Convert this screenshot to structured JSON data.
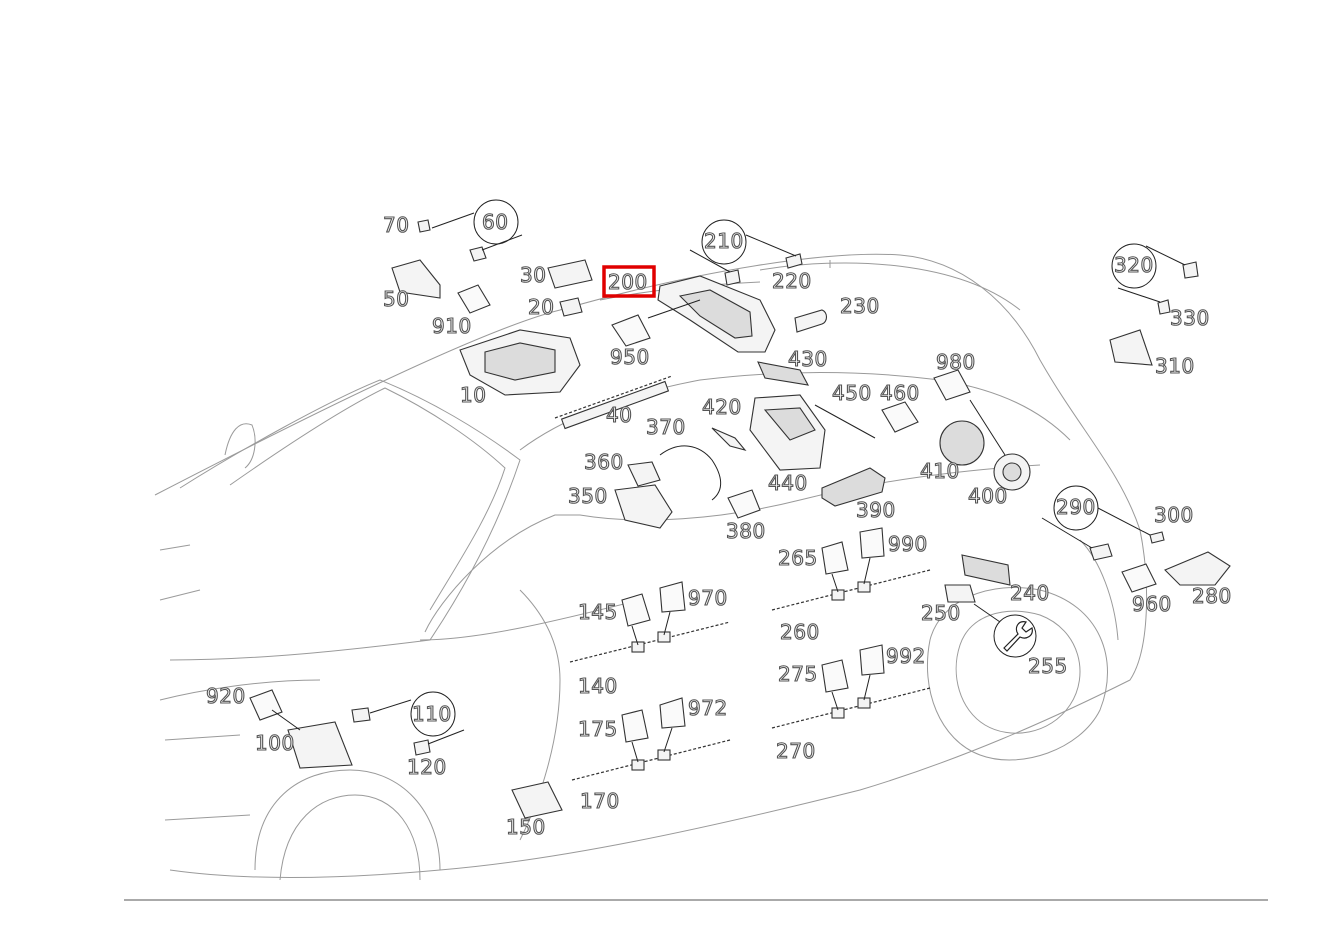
{
  "diagram": {
    "highlighted_part": "200",
    "highlight_color": "#e00000",
    "labels": {
      "p10": "10",
      "p20": "20",
      "p30": "30",
      "p40": "40",
      "p50": "50",
      "p60": "60",
      "p70": "70",
      "p100": "100",
      "p110": "110",
      "p120": "120",
      "p140": "140",
      "p145": "145",
      "p150": "150",
      "p170": "170",
      "p175": "175",
      "p200": "200",
      "p210": "210",
      "p220": "220",
      "p230": "230",
      "p240": "240",
      "p250": "250",
      "p255": "255",
      "p260": "260",
      "p265": "265",
      "p270": "270",
      "p275": "275",
      "p280": "280",
      "p290": "290",
      "p300": "300",
      "p310": "310",
      "p320": "320",
      "p330": "330",
      "p350": "350",
      "p360": "360",
      "p370": "370",
      "p380": "380",
      "p390": "390",
      "p400": "400",
      "p410": "410",
      "p420": "420",
      "p430": "430",
      "p440": "440",
      "p450": "450",
      "p460": "460",
      "p910": "910",
      "p920": "920",
      "p950": "950",
      "p960": "960",
      "p970": "970",
      "p972": "972",
      "p980": "980",
      "p990": "990",
      "p992": "992"
    },
    "icons": [
      "wrench-icon",
      "tag-icon"
    ]
  }
}
